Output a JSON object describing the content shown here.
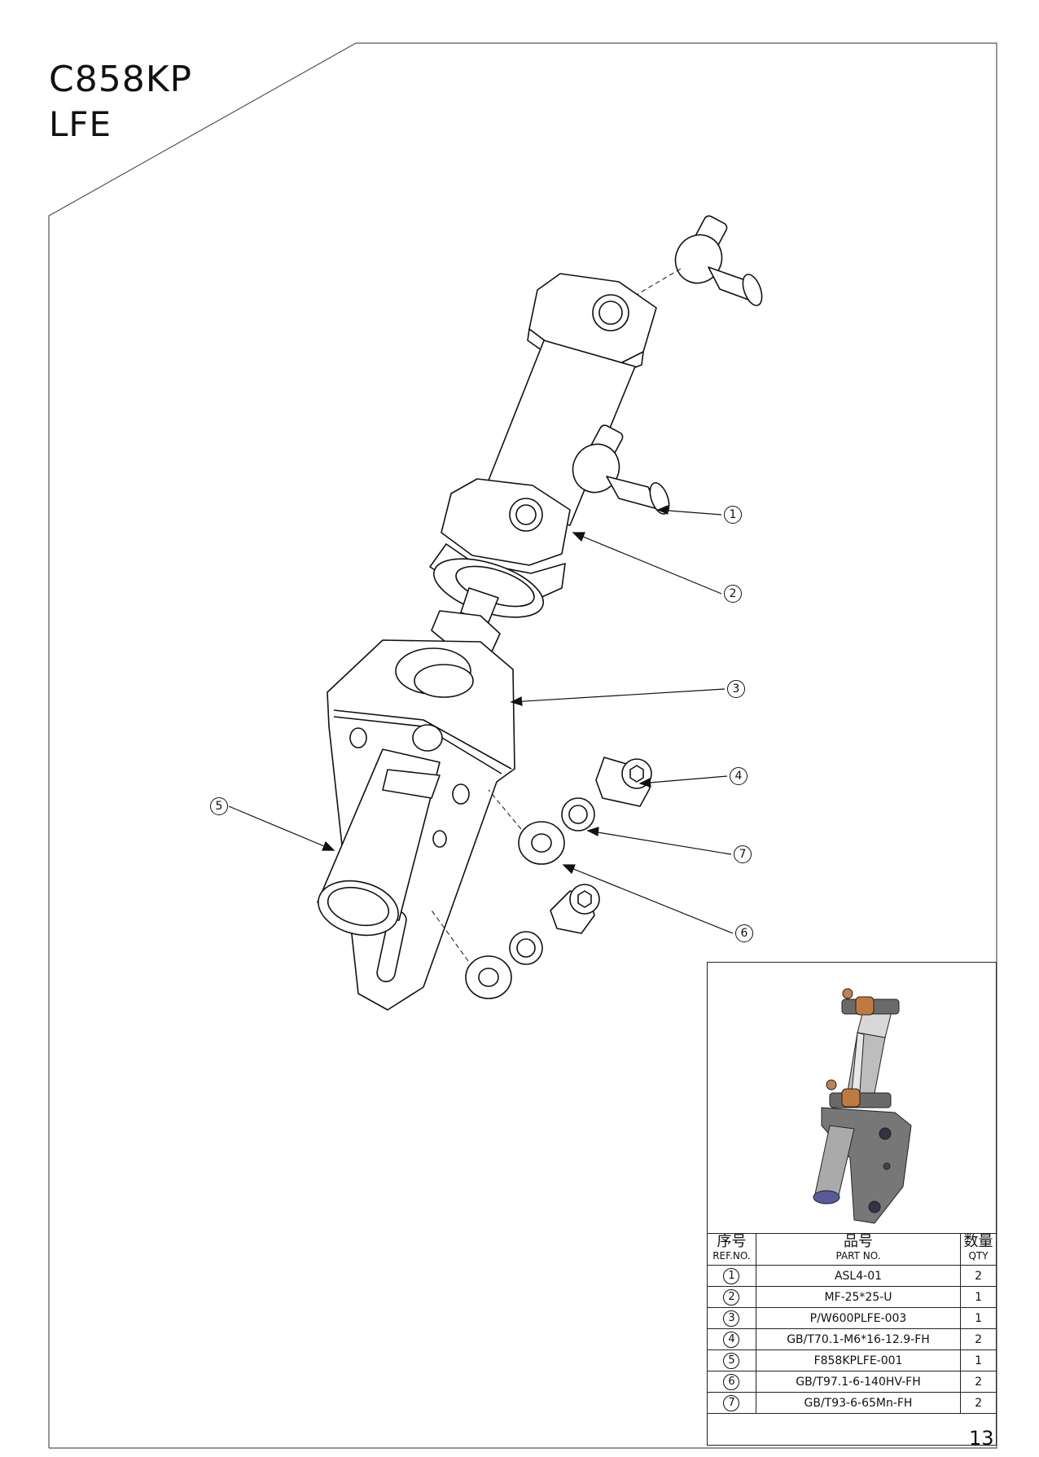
{
  "header": {
    "model": "C858KP",
    "variant": "LFE"
  },
  "page_number": "13",
  "callouts": [
    "1",
    "2",
    "3",
    "4",
    "5",
    "6",
    "7"
  ],
  "bom": {
    "headers": {
      "ref_cn": "序号",
      "ref_en": "REF.NO.",
      "part_cn": "品号",
      "part_en": "PART NO.",
      "qty_cn": "数量",
      "qty_en": "QTY"
    },
    "rows": [
      {
        "ref": "1",
        "part": "ASL4-01",
        "qty": "2"
      },
      {
        "ref": "2",
        "part": "MF-25*25-U",
        "qty": "1"
      },
      {
        "ref": "3",
        "part": "P/W600PLFE-003",
        "qty": "1"
      },
      {
        "ref": "4",
        "part": "GB/T70.1-M6*16-12.9-FH",
        "qty": "2"
      },
      {
        "ref": "5",
        "part": "F858KPLFE-001",
        "qty": "1"
      },
      {
        "ref": "6",
        "part": "GB/T97.1-6-140HV-FH",
        "qty": "2"
      },
      {
        "ref": "7",
        "part": "GB/T93-6-65Mn-FH",
        "qty": "2"
      }
    ]
  }
}
